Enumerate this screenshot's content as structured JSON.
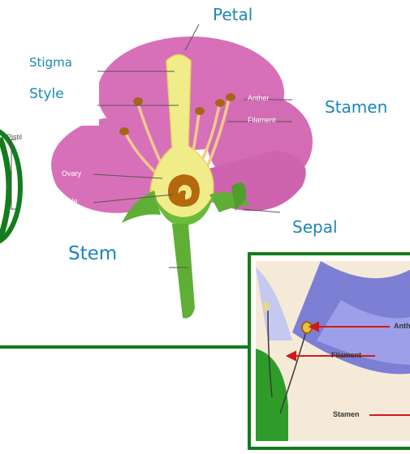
{
  "main_diagram": {
    "labels": {
      "petal": "Petal",
      "stigma": "Stigma",
      "style": "Style",
      "stamen": "Stamen",
      "sepal": "Sepal",
      "stem": "Stem",
      "pistil": "Pistil",
      "anther": "Anther",
      "filament": "Filament",
      "ovary": "Ovary",
      "ovule": "Ovule"
    }
  },
  "inset_diagram": {
    "labels": {
      "anther": "Anth",
      "filament": "Filament",
      "stamen": "Stamen"
    }
  },
  "colors": {
    "label_blue": "#1c86b5",
    "frame_green": "#137c1c",
    "petal_pink": "#d870b9",
    "pistil_yellow": "#f1ec8a",
    "stem_green": "#5fae36"
  }
}
